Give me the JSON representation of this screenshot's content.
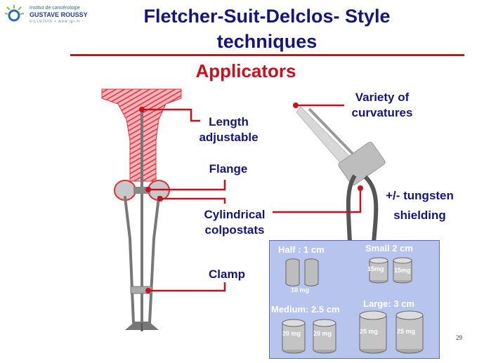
{
  "logo": {
    "line1": "Institut de cancérologie",
    "line2": "GUSTAVE ROUSSY",
    "line3": "VILLEJUIF • www.igr.fr"
  },
  "title": {
    "line1": "Fletcher-Suit-Delclos- Style",
    "line2": "techniques"
  },
  "subtitle": "Applicators",
  "labels": {
    "length_line1": "Length",
    "length_line2": "adjustable",
    "flange": "Flange",
    "cylindrical_line1": "Cylindrical",
    "cylindrical_line2": "colpostats",
    "clamp": "Clamp",
    "variety_line1": "Variety of",
    "variety_line2": "curvatures",
    "tungsten_line1": "+/- tungsten",
    "tungsten_line2": "shielding"
  },
  "sizes": {
    "half": "Half : 1 cm",
    "half_mg": "10 mg",
    "small": "Small 2 cm",
    "small_mg": "15mg",
    "medium": "Medium: 2.5 cm",
    "medium_mg": "20 mg",
    "large": "Large: 3 cm",
    "large_mg": "25 mg"
  },
  "page_number": "29",
  "colors": {
    "title": "#16167a",
    "accent": "#c8101e",
    "panel": "#b7c4ee",
    "applicator": "#777777"
  }
}
